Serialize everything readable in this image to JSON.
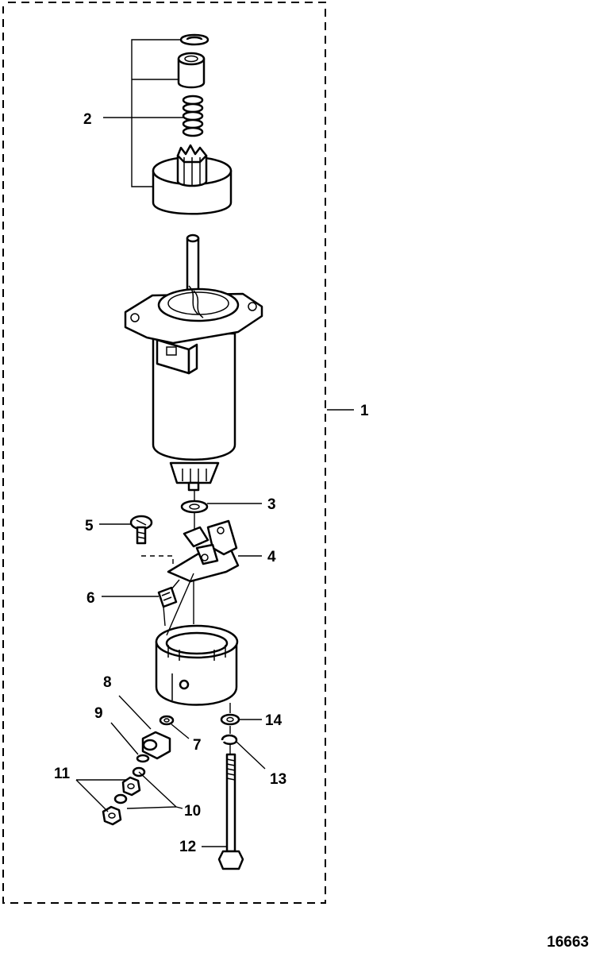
{
  "callouts": {
    "c1": "1",
    "c2": "2",
    "c3": "3",
    "c4": "4",
    "c5": "5",
    "c6": "6",
    "c7": "7",
    "c8": "8",
    "c9": "9",
    "c10": "10",
    "c11": "11",
    "c12": "12",
    "c13": "13",
    "c14": "14"
  },
  "figure_id": "16663"
}
